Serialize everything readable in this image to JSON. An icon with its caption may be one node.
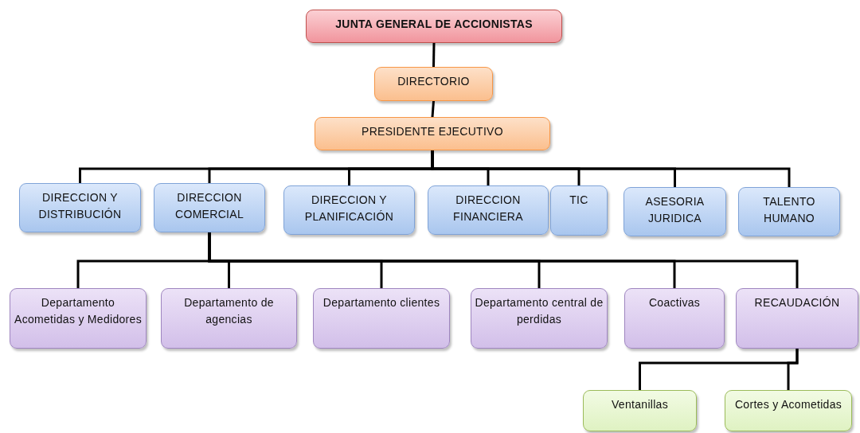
{
  "diagram": {
    "nodes": [
      {
        "text": [
          "JUNTA GENERAL DE ACCIONISTAS"
        ]
      },
      {
        "text": [
          "DIRECTORIO"
        ]
      },
      {
        "text": [
          "PRESIDENTE  EJECUTIVO"
        ]
      },
      {
        "text": [
          "DIRECCION Y DISTRIBUCIÓN"
        ]
      },
      {
        "text": [
          "DIRECCION COMERCIAL"
        ]
      },
      {
        "text": [
          "DIRECCION Y PLANIFICACIÓN"
        ]
      },
      {
        "text": [
          "DIRECCION FINANCIERA"
        ]
      },
      {
        "text": [
          "TIC"
        ]
      },
      {
        "text": [
          "ASESORIA JURIDICA"
        ]
      },
      {
        "text": [
          "TALENTO HUMANO"
        ]
      },
      {
        "text": [
          "Departamento Acometidas y Medidores"
        ]
      },
      {
        "text": [
          "Departamento de agencias"
        ]
      },
      {
        "text": [
          "Departamento clientes"
        ]
      },
      {
        "text": [
          "Departamento central de perdidas"
        ]
      },
      {
        "text": [
          "Coactivas"
        ]
      },
      {
        "text": [
          "RECAUDACIÓN"
        ]
      },
      {
        "text": [
          "Ventanillas"
        ]
      },
      {
        "text": [
          "Cortes y Acometidas"
        ]
      }
    ],
    "edges": [
      {
        "from": 0,
        "to": 1,
        "arrow": "none"
      },
      {
        "from": 1,
        "to": 2,
        "arrow": "none"
      },
      {
        "from": 2,
        "to": 3,
        "arrow": "none"
      },
      {
        "from": 2,
        "to": 4,
        "arrow": "none"
      },
      {
        "from": 2,
        "to": 5,
        "arrow": "none"
      },
      {
        "from": 2,
        "to": 6,
        "arrow": "none"
      },
      {
        "from": 2,
        "to": 7,
        "arrow": "none"
      },
      {
        "from": 2,
        "to": 8,
        "arrow": "none"
      },
      {
        "from": 2,
        "to": 9,
        "arrow": "none"
      },
      {
        "from": 4,
        "to": 10,
        "arrow": "none"
      },
      {
        "from": 4,
        "to": 11,
        "arrow": "none"
      },
      {
        "from": 4,
        "to": 12,
        "arrow": "none"
      },
      {
        "from": 4,
        "to": 13,
        "arrow": "none"
      },
      {
        "from": 4,
        "to": 14,
        "arrow": "none"
      },
      {
        "from": 4,
        "to": 15,
        "arrow": "none"
      },
      {
        "from": 15,
        "to": 16,
        "arrow": "none"
      },
      {
        "from": 15,
        "to": 17,
        "arrow": "none"
      }
    ]
  }
}
